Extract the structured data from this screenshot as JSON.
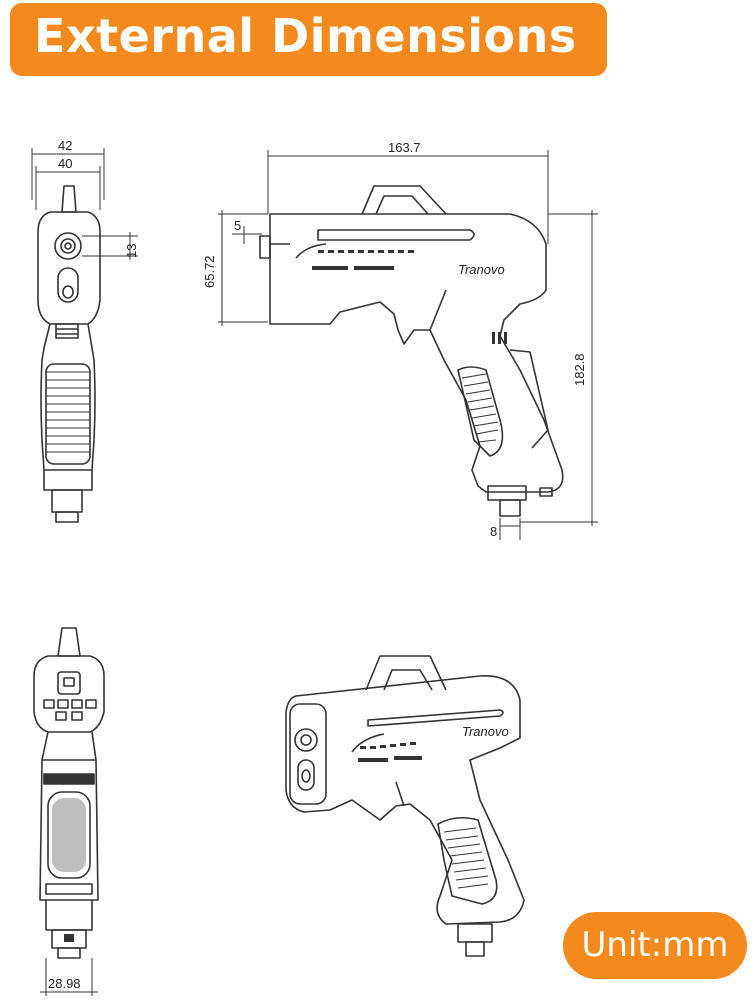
{
  "title": "External Dimensions",
  "unit_label": "Unit:mm",
  "brand_mark": "Tranovo",
  "dimensions": {
    "front_outer_width": "42",
    "front_inner_width": "40",
    "lens_height": "13",
    "side_length": "163.7",
    "nozzle_offset": "5",
    "head_height": "65.72",
    "total_height": "182.8",
    "base_width": "8",
    "back_width": "28.98"
  },
  "colors": {
    "accent": "#f48a1d",
    "line": "#333333"
  }
}
